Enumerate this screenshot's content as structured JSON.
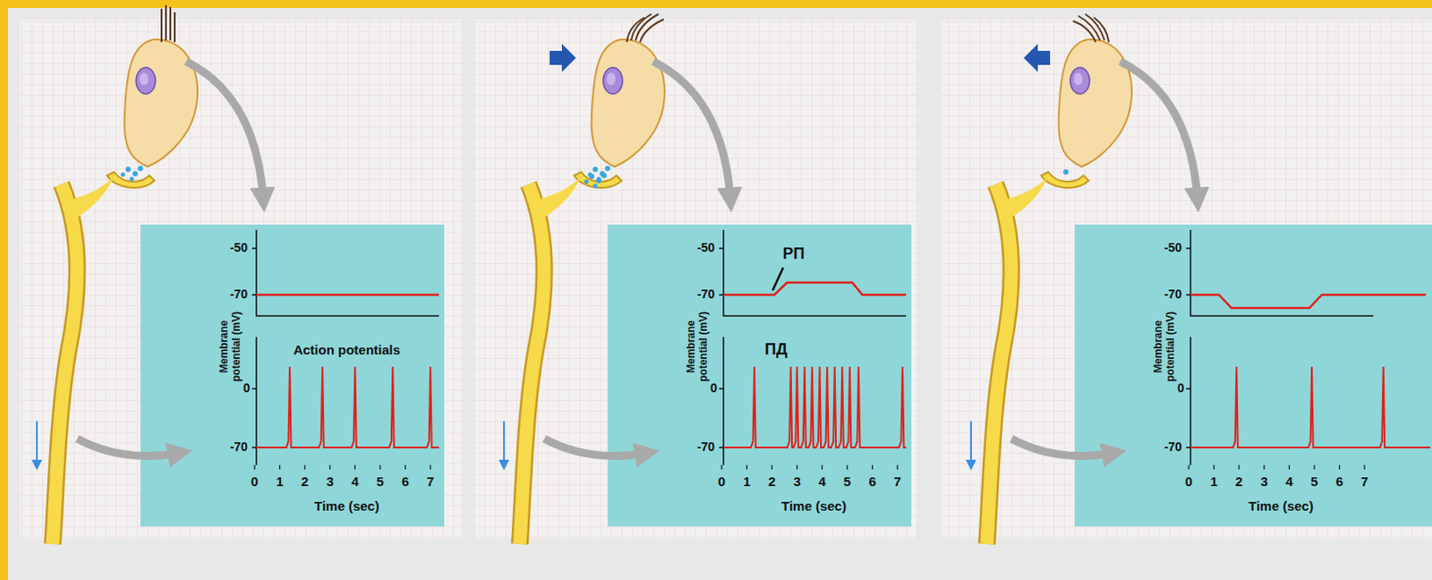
{
  "diagram": {
    "labels": [
      "-50",
      "-70",
      "Membrane potential (mV)",
      "Action potentials",
      "0",
      "-70",
      "0",
      "1",
      "2",
      "3",
      "4",
      "5",
      "6",
      "7",
      "Time (sec)",
      "-50",
      "-70",
      "РП",
      "Membrane potential (mV)",
      "ПД",
      "0",
      "-70",
      "0",
      "1",
      "2",
      "3",
      "4",
      "5",
      "6",
      "7",
      "Time (sec)",
      "-50",
      "-70",
      "Membrane potential (mV)",
      "0",
      "-70",
      "0",
      "1",
      "2",
      "3",
      "4",
      "5",
      "6",
      "7",
      "Time (sec)"
    ]
  }
}
